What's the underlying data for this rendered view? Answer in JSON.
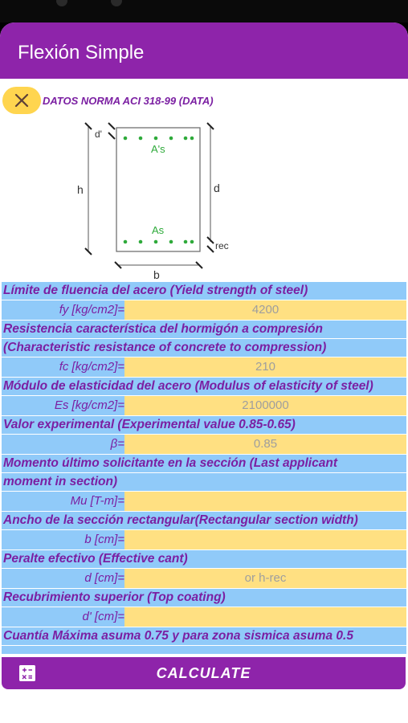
{
  "app": {
    "title": "Flexión Simple"
  },
  "header": {
    "norma": "DATOS NORMA ACI 318-99 (DATA)"
  },
  "diagram": {
    "d_prime": "d'",
    "top_steel": "A's",
    "bottom_steel": "As",
    "h": "h",
    "d": "d",
    "b": "b",
    "rec": "rec"
  },
  "fields": [
    {
      "label": "Límite de fluencia del acero (Yield strength of steel)",
      "input_label": "fy [kg/cm2]=",
      "value": "4200"
    },
    {
      "label": "Resistencia característica del hormigón a compresión",
      "label2": "(Characteristic resistance of concrete to compression)",
      "input_label": "fc [kg/cm2]=",
      "value": "210"
    },
    {
      "label": "Módulo de elasticidad del acero (Modulus of elasticity of steel)",
      "input_label": "Es [kg/cm2]=",
      "value": "2100000"
    },
    {
      "label": "Valor experimental (Experimental value 0.85-0.65)",
      "input_label": "β=",
      "value": "0.85"
    },
    {
      "label": "Momento último solicitante en la sección (Last applicant",
      "label2": "moment in section)",
      "input_label": "Mu [T-m]=",
      "value": ""
    },
    {
      "label": "Ancho de la sección rectangular(Rectangular section width)",
      "input_label": "b [cm]=",
      "value": ""
    },
    {
      "label": "Peralte efectivo (Effective cant)",
      "input_label": "d [cm]=",
      "value": "",
      "placeholder": "or h-rec"
    },
    {
      "label": "Recubrimiento superior (Top coating)",
      "input_label": "d' [cm]=",
      "value": ""
    },
    {
      "label": "Cuantía Máxima asuma 0.75 y para zona sismica asuma 0.5"
    }
  ],
  "actions": {
    "calculate": "CALCULATE"
  },
  "colors": {
    "primary": "#8e24aa",
    "label_bg": "#90caf9",
    "input_bg": "#ffe082",
    "label_text": "#7b1fa2",
    "accent": "#ffd54f",
    "steel": "#2eaa3a"
  }
}
